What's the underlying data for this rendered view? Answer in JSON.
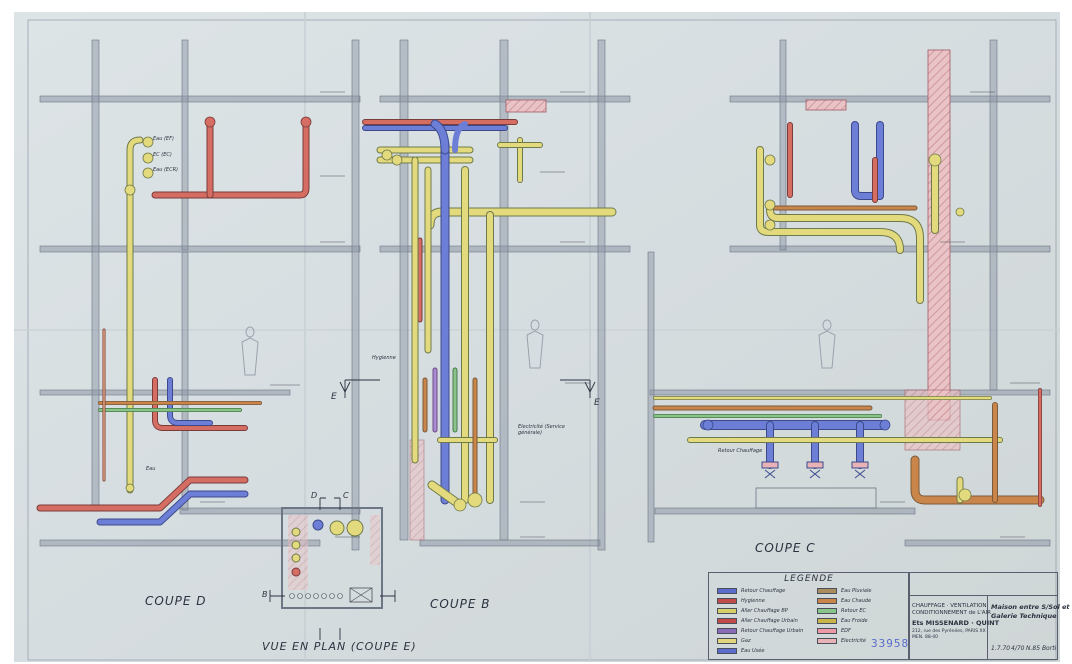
{
  "sheet": {
    "views": {
      "coupe_d": "COUPE D",
      "coupe_b": "COUPE B",
      "coupe_c": "COUPE C",
      "vue_en_plan": "VUE EN PLAN (COUPE E)"
    },
    "section_markers": {
      "e_left": "E",
      "e_right": "E",
      "d": "D",
      "c": "C",
      "b": "B"
    },
    "pipe_labels": {
      "eau_ef": "Eau (EF)",
      "eau_ec": "EC (EC)",
      "eau_ecr": "Eau (ECR)",
      "retour_chauffage": "Retour Chauffage",
      "hygrometrie": "Hygienne",
      "electricite": "Electricité (Service générale)",
      "eau": "Eau"
    },
    "stamp_number": "33958"
  },
  "legend": {
    "title": "LEGENDE",
    "items": [
      {
        "label": "Retour Chauffage",
        "color": "#5a6ccc"
      },
      {
        "label": "Hygienne",
        "color": "#c14a4a"
      },
      {
        "label": "Aller Chauffage BP",
        "color": "#d7d06a"
      },
      {
        "label": "Aller Chauffage Urbain",
        "color": "#c14a4a"
      },
      {
        "label": "Retour Chauffage Urbain",
        "color": "#8a6bb8"
      },
      {
        "label": "Gaz",
        "color": "#e2d77c"
      },
      {
        "label": "Eau Usée",
        "color": "#5a6ccc"
      },
      {
        "label": "Eau Pluviale",
        "color": "#a98d5d"
      },
      {
        "label": "Eau Chaude",
        "color": "#c9854a"
      },
      {
        "label": "Retour EC",
        "color": "#89c48a"
      },
      {
        "label": "Eau Froide",
        "color": "#c9b64a"
      },
      {
        "label": "EDF",
        "color": "#ec9aa8"
      },
      {
        "label": "Electricité",
        "color": "#e7b3b6"
      }
    ]
  },
  "title_block": {
    "line1": "CHAUFFAGE · VENTILATION",
    "line2": "CONDITIONNEMENT de L'AIR",
    "company": "Ets MISSENARD · QUINT",
    "address": "212, rue des Pyrénées, PARIS XX",
    "phone": "MEN. 88-40",
    "project": "Maison entre S/Sol et",
    "project2": "Galerie Technique",
    "date": "1.7.70",
    "ref": "4/70",
    "number": "N.85 Borti"
  }
}
